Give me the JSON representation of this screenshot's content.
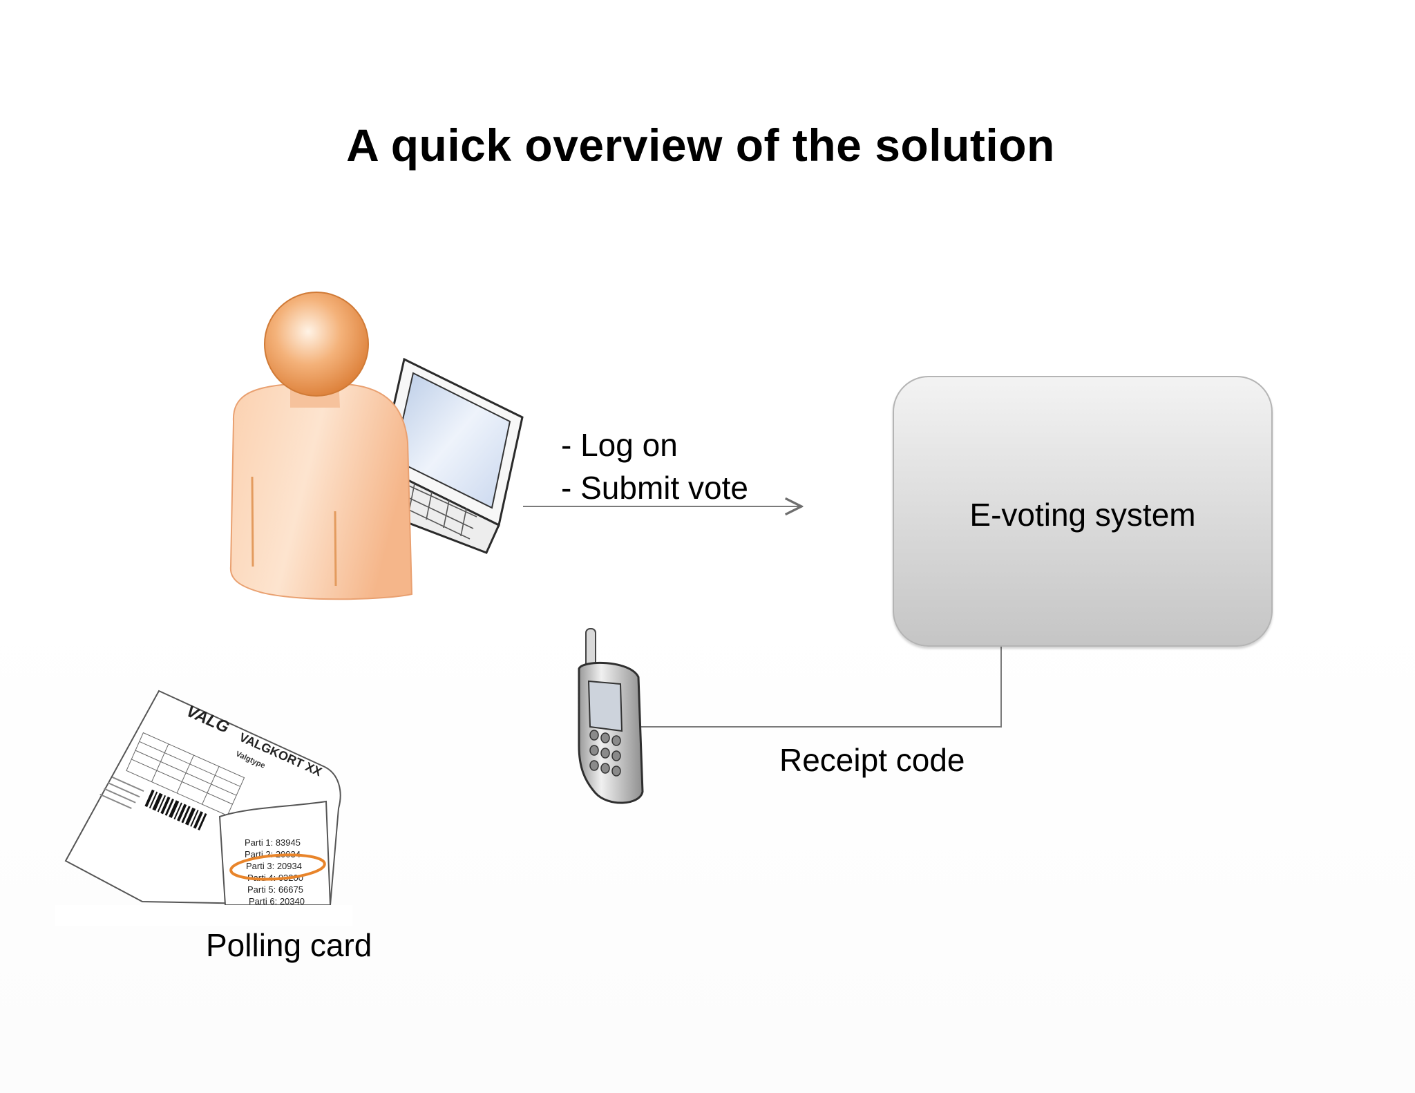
{
  "slide": {
    "title": "A quick overview of the solution"
  },
  "diagram": {
    "user_actions": [
      "- Log on",
      "- Submit vote"
    ],
    "system_label": "E-voting system",
    "receipt_label": "Receipt code",
    "polling_card_label": "Polling card",
    "polling_card": {
      "header_brand": "VALG",
      "header_title": "VALGKORT XX",
      "subtitle": "Valgtype",
      "codes": [
        {
          "party": "Parti 1:",
          "code": "83945"
        },
        {
          "party": "Parti 2:",
          "code": "20034"
        },
        {
          "party": "Parti 3:",
          "code": "20934"
        },
        {
          "party": "Parti 4:",
          "code": "03200"
        },
        {
          "party": "Parti 5:",
          "code": "66675"
        },
        {
          "party": "Parti 6:",
          "code": "20340"
        }
      ]
    },
    "icons": [
      "person-icon",
      "laptop-icon",
      "mobile-phone-icon",
      "polling-card-icon"
    ],
    "colors": {
      "person_skin": "#f6b98f",
      "person_head": "#ef9a55",
      "system_box_fill": "#d9d9d9",
      "connector_line": "#7a7a7a",
      "highlight_circle": "#e8842a"
    }
  }
}
